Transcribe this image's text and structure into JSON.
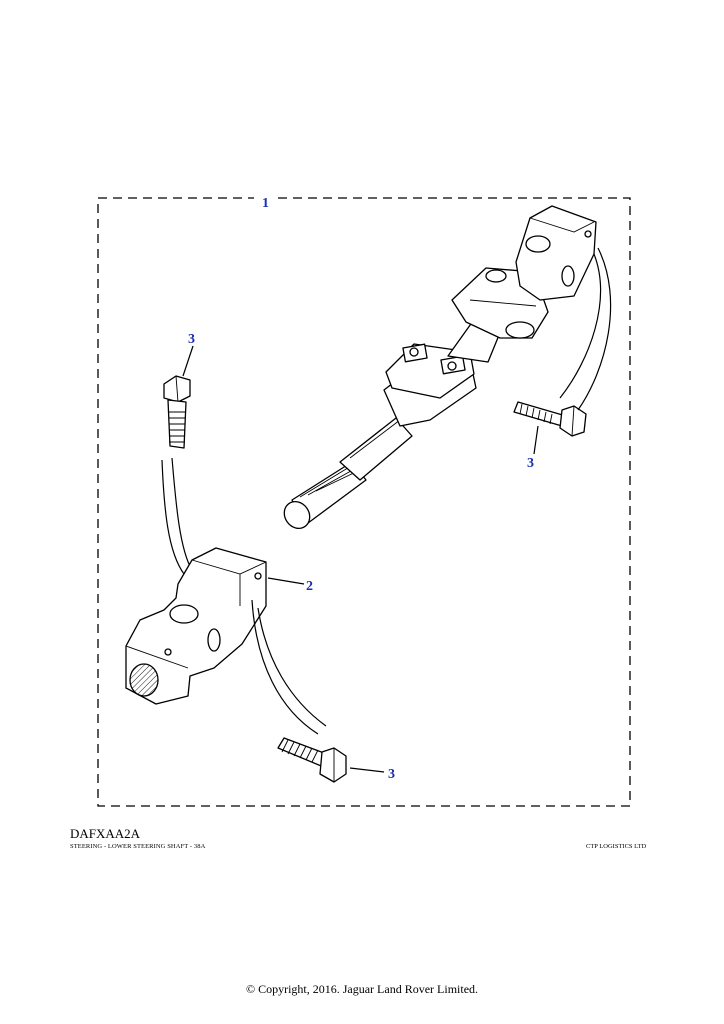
{
  "diagram": {
    "callouts": {
      "assembly": "1",
      "universal_joint": "2",
      "bolt_top_left": "3",
      "bolt_right": "3",
      "bolt_bottom": "3"
    }
  },
  "footer": {
    "reference": "DAFXAA2A",
    "description": "STEERING - LOWER STEERING SHAFT - 38A",
    "supplier": "CTP LOGISTICS LTD",
    "copyright": "© Copyright, 2016. Jaguar Land Rover Limited."
  }
}
